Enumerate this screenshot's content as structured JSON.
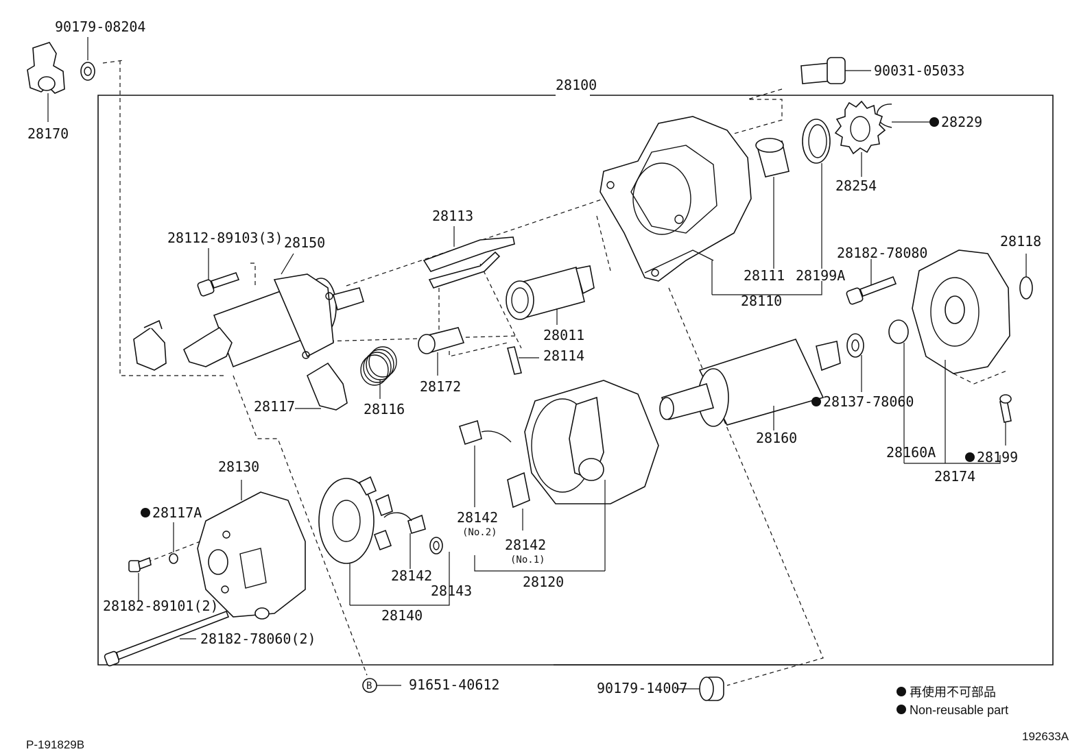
{
  "diagram": {
    "assembly_label": "28100",
    "labels": {
      "p90179_08204": "90179-08204",
      "p28170": "28170",
      "p90031_05033": "90031-05033",
      "p28229": "28229",
      "p28254": "28254",
      "p28113": "28113",
      "p28112": "28112-89103(3)",
      "p28150": "28150",
      "p28111": "28111",
      "p28199A": "28199A",
      "p28110": "28110",
      "p28182_78080": "28182-78080",
      "p28118": "28118",
      "p28011": "28011",
      "p28114": "28114",
      "p28172": "28172",
      "p28116": "28116",
      "p28117": "28117",
      "p28137": "28137-78060",
      "p28160": "28160",
      "p28160A": "28160A",
      "p28199": "28199",
      "p28174": "28174",
      "p28130": "28130",
      "p28117A": "28117A",
      "p28142_no2": "28142",
      "p28142_no2_sub": "(No.2)",
      "p28142_no1": "28142",
      "p28142_no1_sub": "(No.1)",
      "p28142": "28142",
      "p28143": "28143",
      "p28120": "28120",
      "p28140": "28140",
      "p28182_89101": "28182-89101(2)",
      "p28182_78060": "28182-78060(2)",
      "p91651": "91651-40612",
      "p90179_14007": "90179-14007",
      "circle_b": "B"
    }
  },
  "legend": {
    "line1": "再使用不可部品",
    "line2": "Non-reusable part"
  },
  "footer": {
    "left_code": "P-191829B",
    "right_code": "192633A"
  }
}
